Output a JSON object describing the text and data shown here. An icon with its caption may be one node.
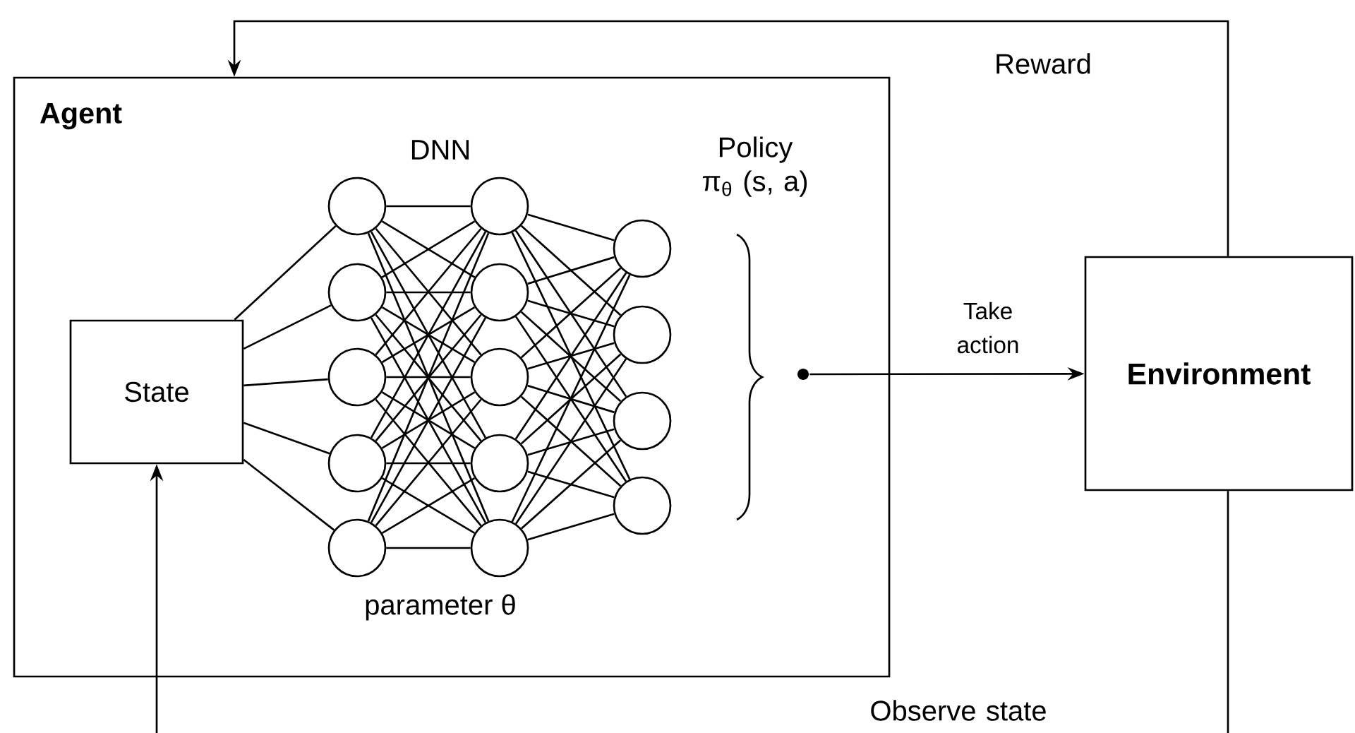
{
  "diagram": {
    "nodes": [
      {
        "text": [
          "Agent"
        ]
      },
      {
        "text": [
          "State"
        ],
        "in": 0
      },
      {
        "text": [],
        "shape": "circle",
        "in": 0
      },
      {
        "text": [],
        "shape": "circle",
        "in": 0
      },
      {
        "text": [],
        "shape": "circle",
        "in": 0
      },
      {
        "text": [],
        "shape": "circle",
        "in": 0
      },
      {
        "text": [],
        "shape": "circle",
        "in": 0
      },
      {
        "text": [],
        "shape": "circle",
        "in": 0
      },
      {
        "text": [],
        "shape": "circle",
        "in": 0
      },
      {
        "text": [],
        "shape": "circle",
        "in": 0
      },
      {
        "text": [],
        "shape": "circle",
        "in": 0
      },
      {
        "text": [],
        "shape": "circle",
        "in": 0
      },
      {
        "text": [],
        "shape": "circle",
        "in": 0
      },
      {
        "text": [],
        "shape": "circle",
        "in": 0
      },
      {
        "text": [],
        "shape": "circle",
        "in": 0
      },
      {
        "text": [],
        "shape": "circle",
        "in": 0
      },
      {
        "text": [],
        "shape": "dot",
        "in": 0
      },
      {
        "text": [
          "Environment"
        ]
      }
    ],
    "edges": [
      {
        "from": 1,
        "to": 2,
        "arrow": "none"
      },
      {
        "from": 1,
        "to": 3,
        "arrow": "none"
      },
      {
        "from": 1,
        "to": 4,
        "arrow": "none"
      },
      {
        "from": 1,
        "to": 5,
        "arrow": "none"
      },
      {
        "from": 1,
        "to": 6,
        "arrow": "none"
      },
      {
        "from": 2,
        "to": 7,
        "arrow": "none"
      },
      {
        "from": 2,
        "to": 8,
        "arrow": "none"
      },
      {
        "from": 2,
        "to": 9,
        "arrow": "none"
      },
      {
        "from": 2,
        "to": 10,
        "arrow": "none"
      },
      {
        "from": 2,
        "to": 11,
        "arrow": "none"
      },
      {
        "from": 3,
        "to": 7,
        "arrow": "none"
      },
      {
        "from": 3,
        "to": 8,
        "arrow": "none"
      },
      {
        "from": 3,
        "to": 9,
        "arrow": "none"
      },
      {
        "from": 3,
        "to": 10,
        "arrow": "none"
      },
      {
        "from": 3,
        "to": 11,
        "arrow": "none"
      },
      {
        "from": 4,
        "to": 7,
        "arrow": "none"
      },
      {
        "from": 4,
        "to": 8,
        "arrow": "none"
      },
      {
        "from": 4,
        "to": 9,
        "arrow": "none"
      },
      {
        "from": 4,
        "to": 10,
        "arrow": "none"
      },
      {
        "from": 4,
        "to": 11,
        "arrow": "none"
      },
      {
        "from": 5,
        "to": 7,
        "arrow": "none"
      },
      {
        "from": 5,
        "to": 8,
        "arrow": "none"
      },
      {
        "from": 5,
        "to": 9,
        "arrow": "none"
      },
      {
        "from": 5,
        "to": 10,
        "arrow": "none"
      },
      {
        "from": 5,
        "to": 11,
        "arrow": "none"
      },
      {
        "from": 6,
        "to": 7,
        "arrow": "none"
      },
      {
        "from": 6,
        "to": 8,
        "arrow": "none"
      },
      {
        "from": 6,
        "to": 9,
        "arrow": "none"
      },
      {
        "from": 6,
        "to": 10,
        "arrow": "none"
      },
      {
        "from": 6,
        "to": 11,
        "arrow": "none"
      },
      {
        "from": 7,
        "to": 12,
        "arrow": "none"
      },
      {
        "from": 7,
        "to": 13,
        "arrow": "none"
      },
      {
        "from": 7,
        "to": 14,
        "arrow": "none"
      },
      {
        "from": 7,
        "to": 15,
        "arrow": "none"
      },
      {
        "from": 8,
        "to": 12,
        "arrow": "none"
      },
      {
        "from": 8,
        "to": 13,
        "arrow": "none"
      },
      {
        "from": 8,
        "to": 14,
        "arrow": "none"
      },
      {
        "from": 8,
        "to": 15,
        "arrow": "none"
      },
      {
        "from": 9,
        "to": 12,
        "arrow": "none"
      },
      {
        "from": 9,
        "to": 13,
        "arrow": "none"
      },
      {
        "from": 9,
        "to": 14,
        "arrow": "none"
      },
      {
        "from": 9,
        "to": 15,
        "arrow": "none"
      },
      {
        "from": 10,
        "to": 12,
        "arrow": "none"
      },
      {
        "from": 10,
        "to": 13,
        "arrow": "none"
      },
      {
        "from": 10,
        "to": 14,
        "arrow": "none"
      },
      {
        "from": 10,
        "to": 15,
        "arrow": "none"
      },
      {
        "from": 11,
        "to": 12,
        "arrow": "none"
      },
      {
        "from": 11,
        "to": 13,
        "arrow": "none"
      },
      {
        "from": 11,
        "to": 14,
        "arrow": "none"
      },
      {
        "from": 11,
        "to": 15,
        "arrow": "none"
      },
      {
        "from": 16,
        "to": 17,
        "arrow": "to",
        "label": "Take action"
      },
      {
        "from": 17,
        "to": 0,
        "arrow": "to",
        "label": "Reward"
      },
      {
        "from": 17,
        "to": 1,
        "arrow": "to",
        "label": "Observe state"
      }
    ],
    "labels": [
      "DNN",
      "Policy π$_{θ}$ (s, a)",
      "parameter θ"
    ]
  }
}
